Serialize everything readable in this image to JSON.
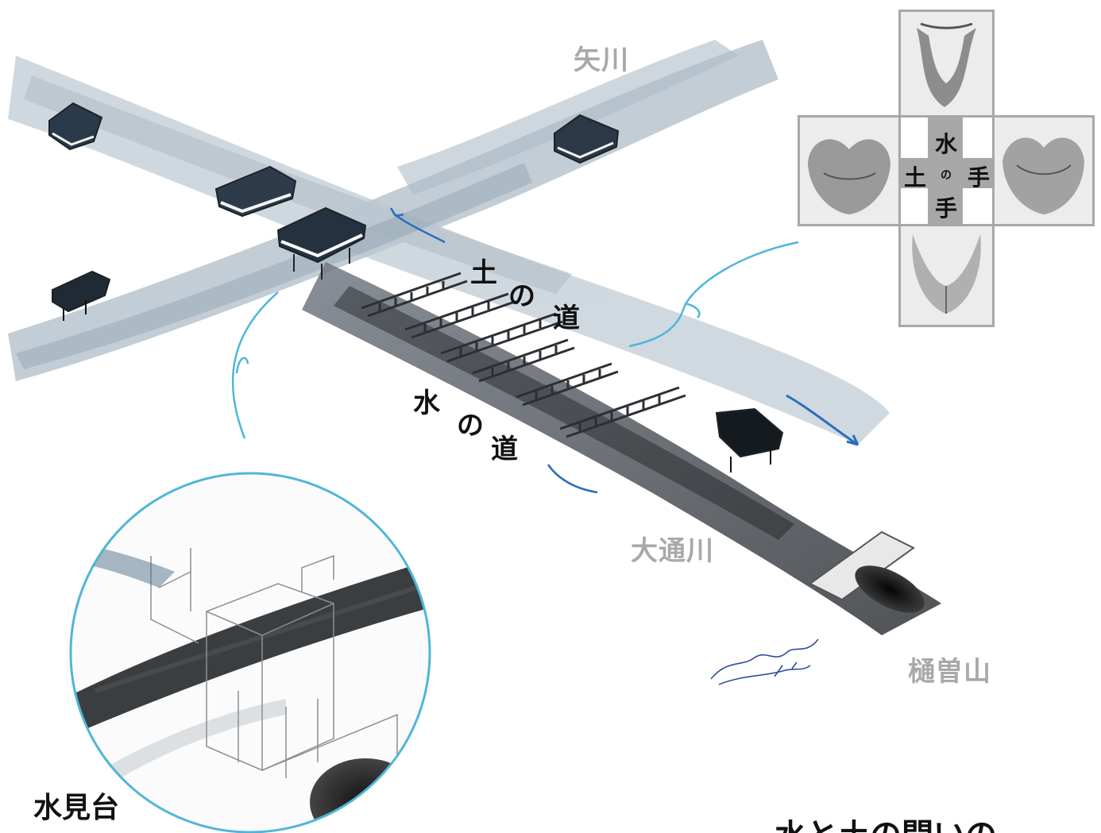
{
  "rivers": {
    "yagawa": "矢川",
    "odorigawa": "大通川",
    "hisoyama": "樋曽山"
  },
  "path_labels": {
    "earth_road": [
      "土",
      "の",
      "道"
    ],
    "water_road": [
      "水",
      "の",
      "道"
    ]
  },
  "emblem": {
    "top": "水",
    "left": "土",
    "middle": "の",
    "right": "手",
    "bottom": "手"
  },
  "inset_label": "水見台",
  "bottom_caption_partial": "水と土の間いの",
  "colors": {
    "accent_cyan": "#4fb6d8",
    "arrow_blue": "#2a6fb8",
    "label_gray": "#a9a9a9"
  }
}
